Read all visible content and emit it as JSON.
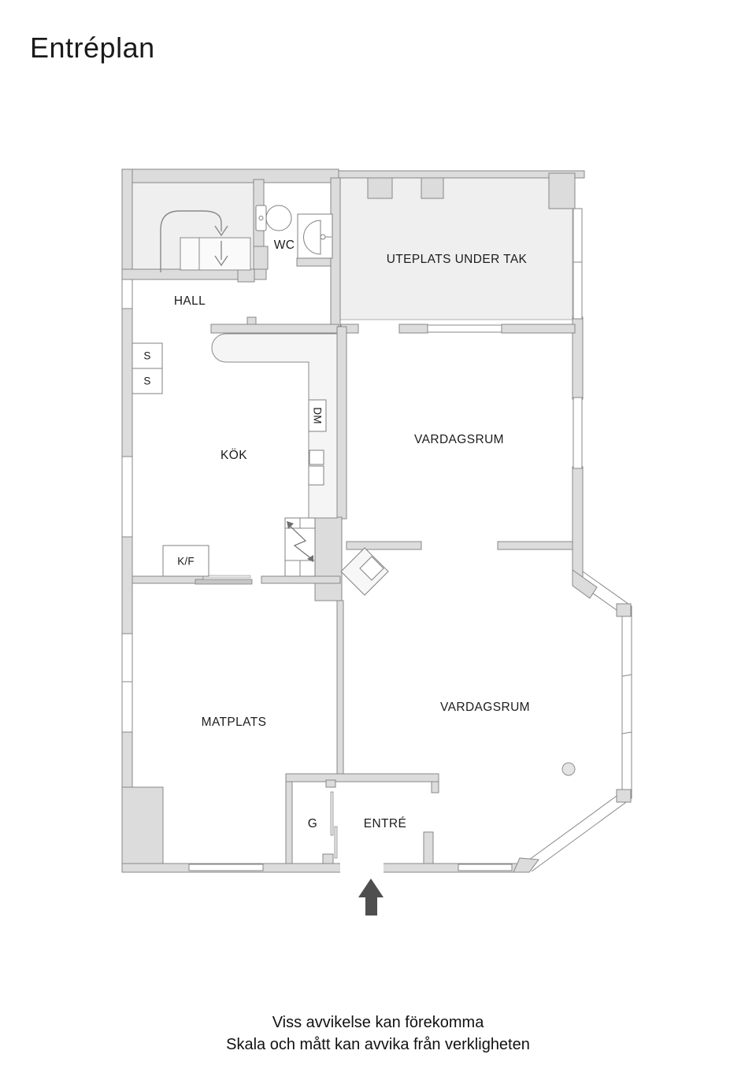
{
  "page": {
    "title": "Entréplan"
  },
  "rooms": {
    "hall": "HALL",
    "wc": "WC",
    "uteplats": "UTEPLATS UNDER TAK",
    "kok": "KÖK",
    "vardagsrum_upper": "VARDAGSRUM",
    "vardagsrum_lower": "VARDAGSRUM",
    "matplats": "MATPLATS",
    "entre": "ENTRÉ",
    "garderob": "G"
  },
  "fixtures": {
    "kyl_frys": "K/F",
    "diskmaskin": "DM",
    "skap_1": "S",
    "skap_2": "S"
  },
  "footer": {
    "line1": "Viss avvikelse kan förekomma",
    "line2": "Skala och mått kan avvika från verkligheten"
  },
  "colors": {
    "background": "#ffffff",
    "wall_fill": "#dcdcdc",
    "wall_stroke": "#878787",
    "room_shaded": "#efefef",
    "north_arrow": "#4f4f4f",
    "text": "#1a1a1a"
  }
}
